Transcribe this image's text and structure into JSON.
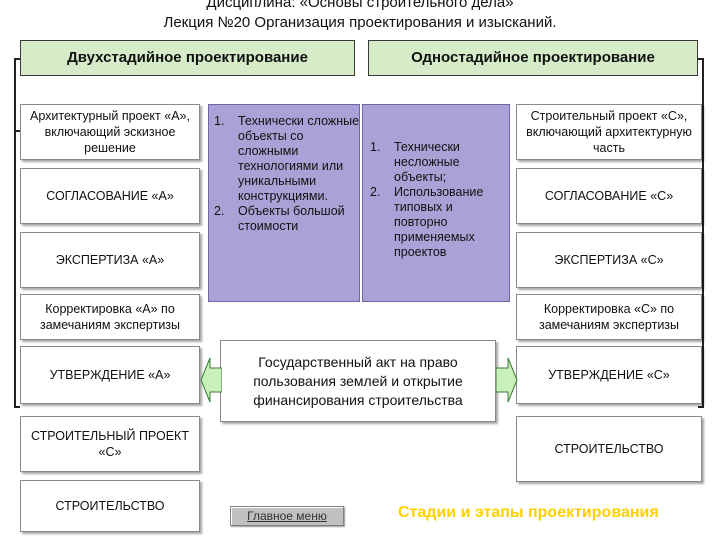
{
  "header": {
    "line1": "Дисциплина:  «Основы строительного дела»",
    "line2": "Лекция №20  Организация проектирования и изысканий."
  },
  "left_title": "Двухстадийное проектирование",
  "right_title": "Одностадийное проектирование",
  "left_boxes": [
    "Архитектурный проект «А», включающий эскизное решение",
    "СОГЛАСОВАНИЕ «А»",
    "ЭКСПЕРТИЗА «А»",
    "Корректировка «А» по замечаниям экспертизы",
    "УТВЕРЖДЕНИЕ «А»",
    "СТРОИТЕЛЬНЫЙ ПРОЕКТ «С»",
    "СТРОИТЕЛЬСТВО"
  ],
  "right_boxes": [
    "Строительный проект «С», включающий архитектурную часть",
    "СОГЛАСОВАНИЕ «С»",
    "ЭКСПЕРТИЗА «С»",
    "Корректировка «С» по замечаниям экспертизы",
    "УТВЕРЖДЕНИЕ «С»",
    "СТРОИТЕЛЬСТВО"
  ],
  "left_conditions": [
    {
      "num": "1.",
      "text": "Технически сложные объекты со сложными технологиями или уникальными конструкциями."
    },
    {
      "num": "2.",
      "text": "Объекты большой стоимости"
    }
  ],
  "right_conditions": [
    {
      "num": "1.",
      "text": "Технически несложные объекты;"
    },
    {
      "num": "2.",
      "text": "Использование типовых и повторно применяемых проектов"
    }
  ],
  "center_box": "Государственный акт на право пользования землей и открытие финансирования строительства",
  "menu_button": "Главное меню",
  "footer_title": "Стадии и этапы проектирования",
  "colors": {
    "title_box": "#d6ecc8",
    "condition_box": "#a9a2d6",
    "arrow": "#c8f0b8",
    "footer_title": "#ffd000"
  }
}
